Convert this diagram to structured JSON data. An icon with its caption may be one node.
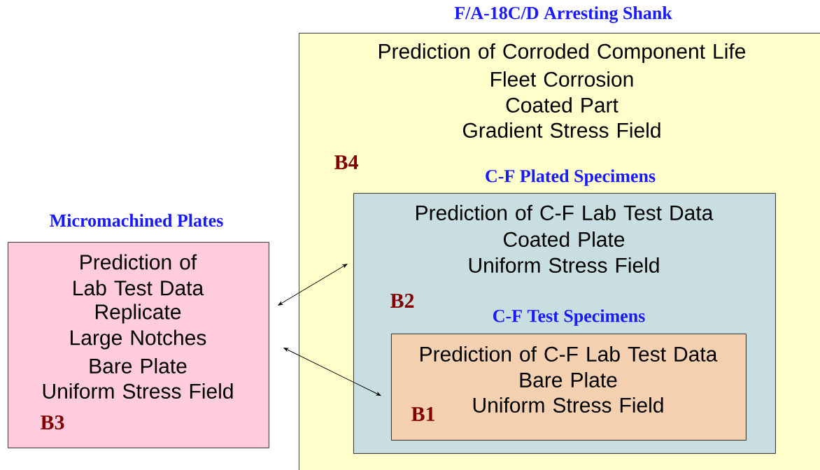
{
  "diagram": {
    "nodes": [
      {
        "text": [
          "F/A-18C/D Arresting Shank",
          "Prediction of Corroded Component Life",
          "Fleet Corrosion",
          "Coated Part",
          "Gradient Stress Field",
          "B4"
        ]
      },
      {
        "text": [
          "C-F Plated Specimens",
          "Prediction of C-F Lab Test Data",
          "Coated Plate",
          "Uniform Stress Field",
          "B2"
        ],
        "in": 0
      },
      {
        "text": [
          "C-F Test Specimens",
          "Prediction of C-F Lab Test Data",
          "Bare Plate",
          "Uniform Stress Field",
          "B1"
        ],
        "in": 1
      },
      {
        "text": [
          "Micromachined Plates",
          "Prediction of Lab Test Data",
          "Replicate Large Notches",
          "Bare Plate",
          "Uniform Stress Field",
          "B3"
        ]
      }
    ],
    "edges": [
      {
        "from": 3,
        "to": 1,
        "arrow": "both"
      },
      {
        "from": 3,
        "to": 2,
        "arrow": "both"
      }
    ]
  }
}
